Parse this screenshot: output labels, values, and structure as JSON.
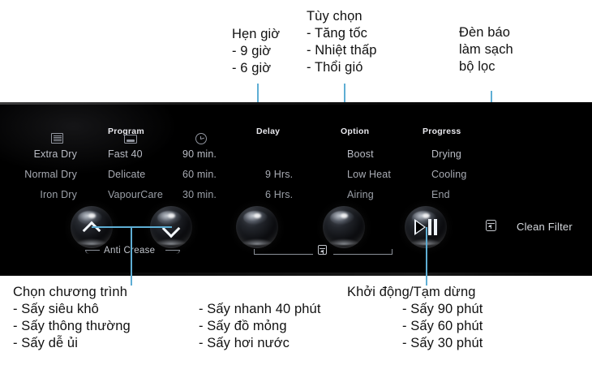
{
  "meta": {
    "subject": "Bảng điều khiển máy sấy quần áo",
    "leader_color": "#5eaed4",
    "panel_color": "#000000"
  },
  "annotations_top": {
    "delay": {
      "lines": [
        "Hẹn giờ",
        "- 9 giờ",
        "- 6 giờ"
      ]
    },
    "option": {
      "lines": [
        "Tùy chọn",
        "- Tăng tốc",
        "- Nhiệt thấp",
        "- Thổi gió"
      ]
    },
    "clean_filter": {
      "lines": [
        "Đèn báo",
        "làm sạch",
        "bộ lọc"
      ]
    }
  },
  "annotations_bottom": {
    "program": {
      "lines": [
        "Chọn chương trình",
        "- Sấy siêu khô",
        "- Sấy thông thường",
        "- Sấy dễ ủi"
      ]
    },
    "program_mid": {
      "lines": [
        "- Sấy nhanh 40 phút",
        "- Sấy đồ mỏng",
        "- Sấy hơi nước"
      ]
    },
    "start_pause": {
      "lines": [
        "Khởi động/Tạm dừng",
        "- Sấy 90 phút",
        "- Sấy 60 phút",
        "- Sấy 30 phút"
      ]
    }
  },
  "panel": {
    "section_titles": {
      "program": "Program",
      "delay": "Delay",
      "option": "Option",
      "progress": "Progress"
    },
    "columns": {
      "dryness": {
        "icon": "stack-icon",
        "items": [
          "Extra Dry",
          "Normal Dry",
          "Iron Dry"
        ]
      },
      "program": {
        "icon": "tray-icon",
        "items": [
          "Fast 40",
          "Delicate",
          "VapourCare"
        ]
      },
      "timed": {
        "icon": "clock-icon",
        "items": [
          "90 min.",
          "60 min.",
          "30 min."
        ]
      },
      "delay": {
        "items": [
          "9 Hrs.",
          "6 Hrs."
        ]
      },
      "option": {
        "items": [
          "Boost",
          "Low Heat",
          "Airing"
        ]
      },
      "progress": {
        "items": [
          "Drying",
          "Cooling",
          "End"
        ]
      }
    },
    "knobs": [
      {
        "name": "program-up-button",
        "glyph": "chevron-up-icon"
      },
      {
        "name": "program-down-button",
        "glyph": "chevron-down-icon"
      },
      {
        "name": "delay-button",
        "glyph": "none"
      },
      {
        "name": "option-button",
        "glyph": "none"
      },
      {
        "name": "start-pause-button",
        "glyph": "play-pause-icon"
      }
    ],
    "anti_crease_label": "Anti Crease",
    "clean_filter_label": "Clean Filter",
    "filter_icon": "filter-icon"
  }
}
